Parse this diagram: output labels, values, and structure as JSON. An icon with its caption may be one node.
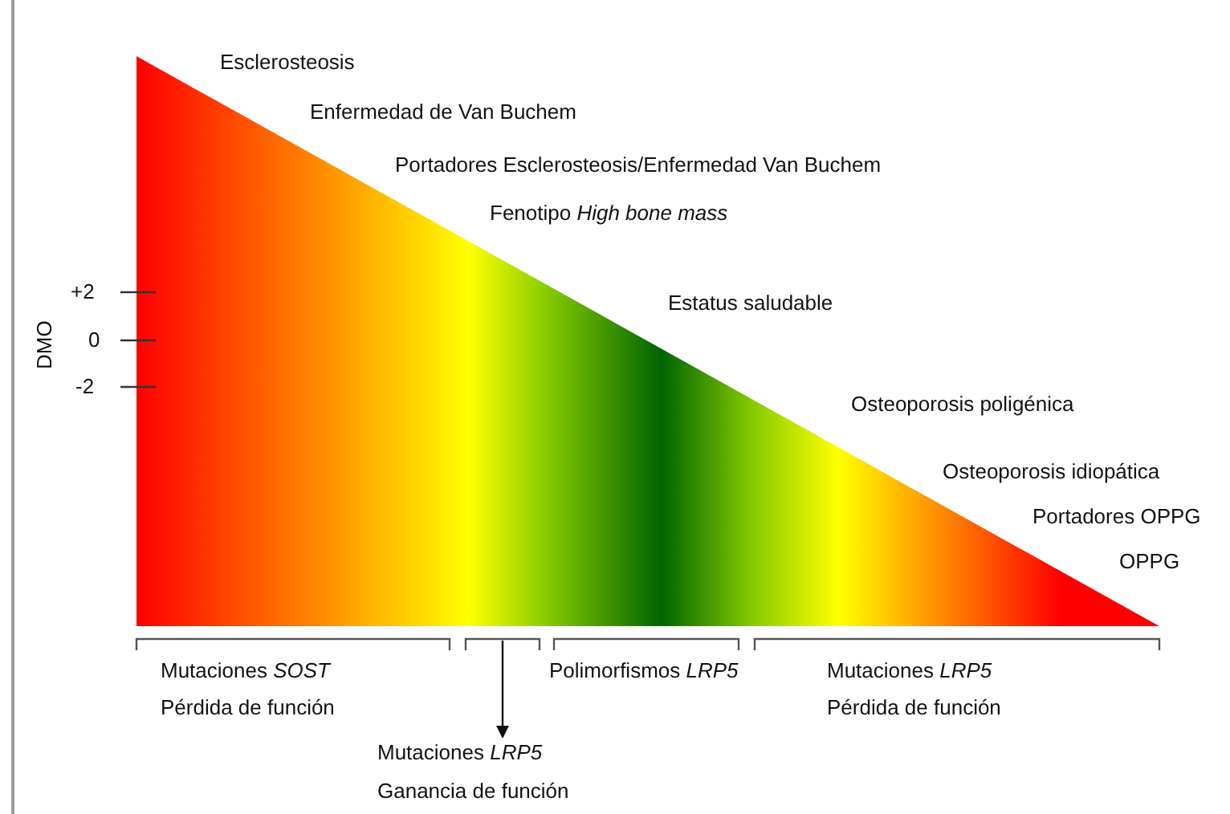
{
  "diagram": {
    "nodes": [
      {
        "text": [],
        "shape": "bracket"
      },
      {
        "text": [
          "Mutaciones *LRP5*",
          "Ganancia de función"
        ]
      }
    ],
    "edges": [
      {
        "from": 0,
        "to": 1,
        "arrow": "to"
      }
    ],
    "labels": [
      "Esclerosteosis",
      "Enfermedad de Van Buchem",
      "Portadores Esclerosteosis/Enfermedad Van Buchem",
      "Fenotipo *High bone mass*",
      "+2",
      "0",
      "-2",
      "DMO",
      "Estatus saludable",
      "Osteoporosis poligénica",
      "Osteoporosis idiopática",
      "Portadores OPPG",
      "OPPG",
      "Mutaciones *SOST*",
      "Pérdida de función",
      "Polimorfismos *LRP5*",
      "Mutaciones *LRP5*",
      "Pérdida de función"
    ]
  }
}
